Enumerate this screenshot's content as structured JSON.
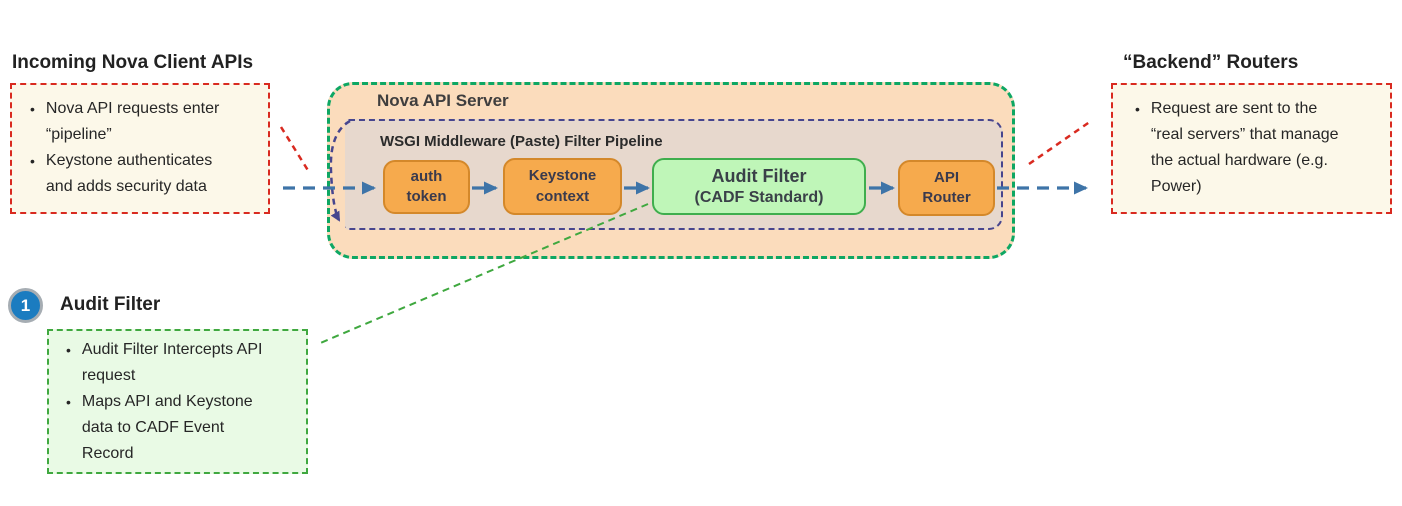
{
  "colors": {
    "flow_blue": "#3e74a8",
    "leader_red": "#d92a20",
    "leader_green": "#3fa83f",
    "pipeline_purple": "#47458e",
    "server_border_green": "#0ea763",
    "server_fill_peach": "#fbdcbc",
    "pipeline_fill_tan": "#e7d8cd",
    "stage_orange": "#f6aa4d",
    "stage_green": "#bff6b8",
    "note_cream": "#fcf8e9",
    "note_green": "#e9fae5",
    "badge_blue": "#1b7cc0"
  },
  "left_panel": {
    "heading": "Incoming Nova Client  APIs",
    "bullets": [
      "Nova API requests enter “pipeline”",
      "Keystone authenticates and adds security data"
    ]
  },
  "server": {
    "title": "Nova API Server",
    "pipeline_title": "WSGI Middleware (Paste) Filter Pipeline",
    "stages": [
      {
        "label": "auth\ntoken"
      },
      {
        "label": "Keystone\ncontext"
      },
      {
        "label_line1": "Audit Filter",
        "label_line2": "(CADF Standard)"
      },
      {
        "label": "API\nRouter"
      }
    ]
  },
  "right_panel": {
    "heading": "“Backend” Routers",
    "bullets": [
      "Request are sent to the “real servers” that manage the actual hardware (e.g. Power)"
    ]
  },
  "callout": {
    "number": "1",
    "heading": "Audit Filter",
    "bullets": [
      "Audit Filter Intercepts API request",
      "Maps API and Keystone data to CADF Event Record"
    ]
  }
}
